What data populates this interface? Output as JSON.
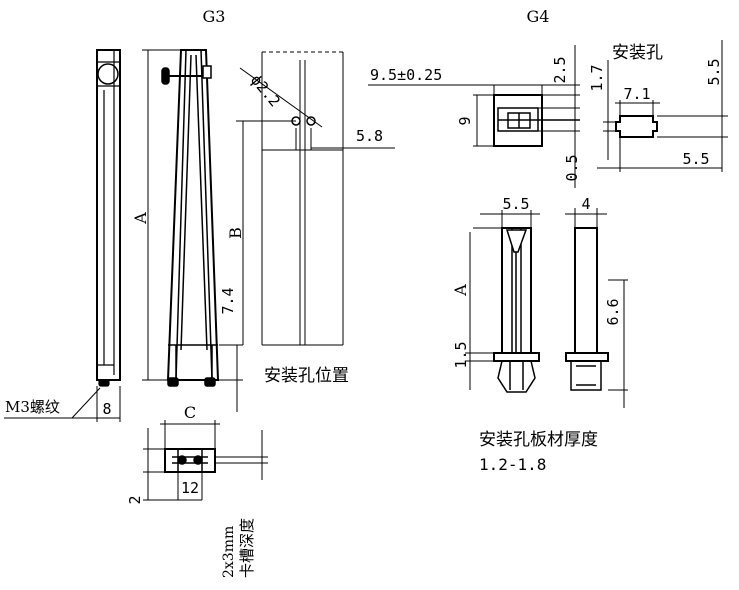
{
  "g3": {
    "title": "G3",
    "dim_a": "A",
    "dim_b": "B",
    "dim_74": "7.4",
    "dim_phi": "ϕ2.2",
    "dim_58": "5.8",
    "dim_8": "8",
    "dim_c": "C",
    "dim_12": "12",
    "dim_2": "2",
    "thread_label": "M3螺纹",
    "slot_label": "2x3mm",
    "slot_label2": "卡槽深度",
    "hole_pos_label": "安装孔位置"
  },
  "g4": {
    "title": "G4",
    "dim_95": "9.5±0.25",
    "dim_9": "9",
    "dim_25": "2.5",
    "dim_05": "0.5",
    "hole_label": "安装孔",
    "dim_17": "1.7",
    "dim_71": "7.1",
    "dim_55a": "5.5",
    "dim_55b": "5.5",
    "dim_55c": "5.5",
    "dim_4": "4",
    "dim_a": "A",
    "dim_15": "1.5",
    "dim_66": "6.6",
    "thickness_label": "安装孔板材厚度",
    "thickness_value": "1.2-1.8"
  }
}
